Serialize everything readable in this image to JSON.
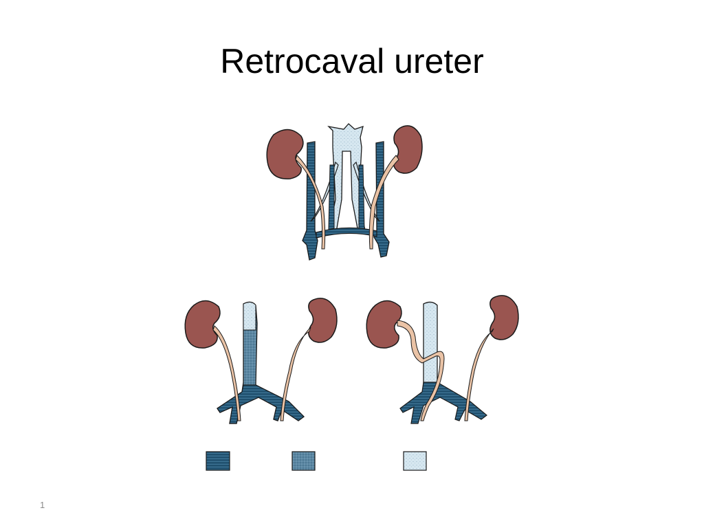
{
  "slide": {
    "title": "Retrocaval ureter",
    "number": "1"
  },
  "colors": {
    "kidney": "#9a5550",
    "ureter": "#eac3a6",
    "vein_dark": "#20506e",
    "vein_stippled": "#5b87a3",
    "vein_light": "#d6e7f0",
    "outline": "#1a1a1a"
  },
  "diagram": {
    "panels": [
      "top-embryonic-venous-ring",
      "bottom-left-normal-ivc",
      "bottom-right-retrocaval-ivc"
    ],
    "legend_swatches": [
      "dark-striped-vein",
      "stippled-vein",
      "light-stippled-vein"
    ]
  }
}
